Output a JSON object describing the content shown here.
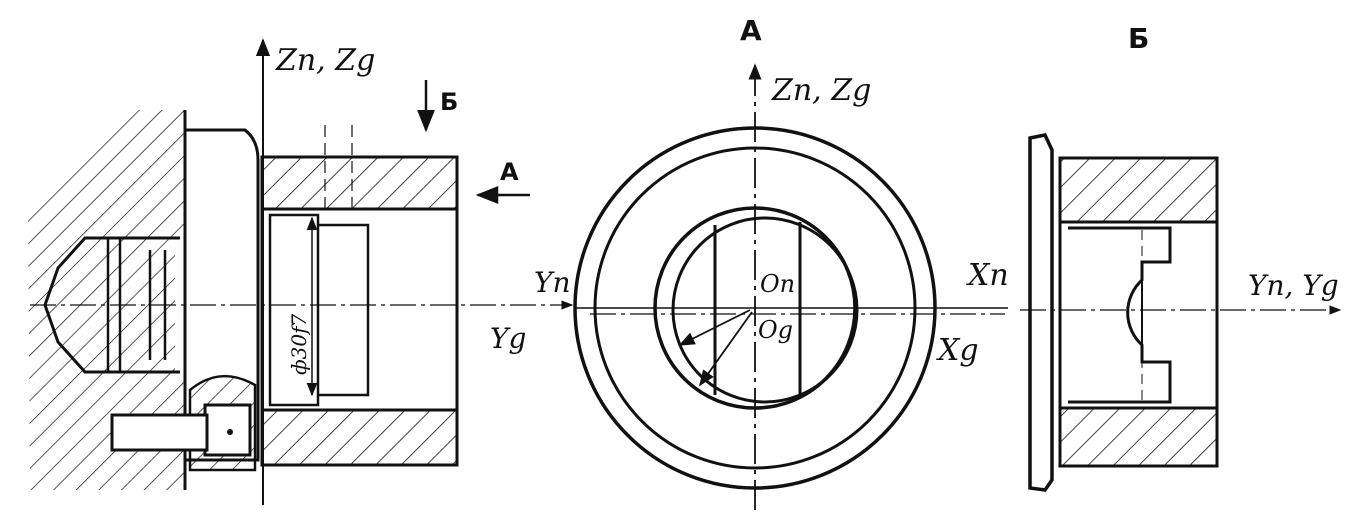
{
  "labels": {
    "zn_zg_left": "Zп, Zg",
    "b_arrow": "Б",
    "a_arrow": "A",
    "yn_left": "Yп",
    "yg_left": "Yg",
    "dimension": "ф30f7",
    "view_a_title": "A",
    "zn_zg_mid": "Zп, Zg",
    "on": "Oп",
    "og": "Og",
    "xn": "Xп",
    "xg": "Xg",
    "view_b_title": "Б",
    "yn_yg_right": "Yп, Yg"
  },
  "colors": {
    "ink": "#111111",
    "paper": "#ffffff"
  }
}
